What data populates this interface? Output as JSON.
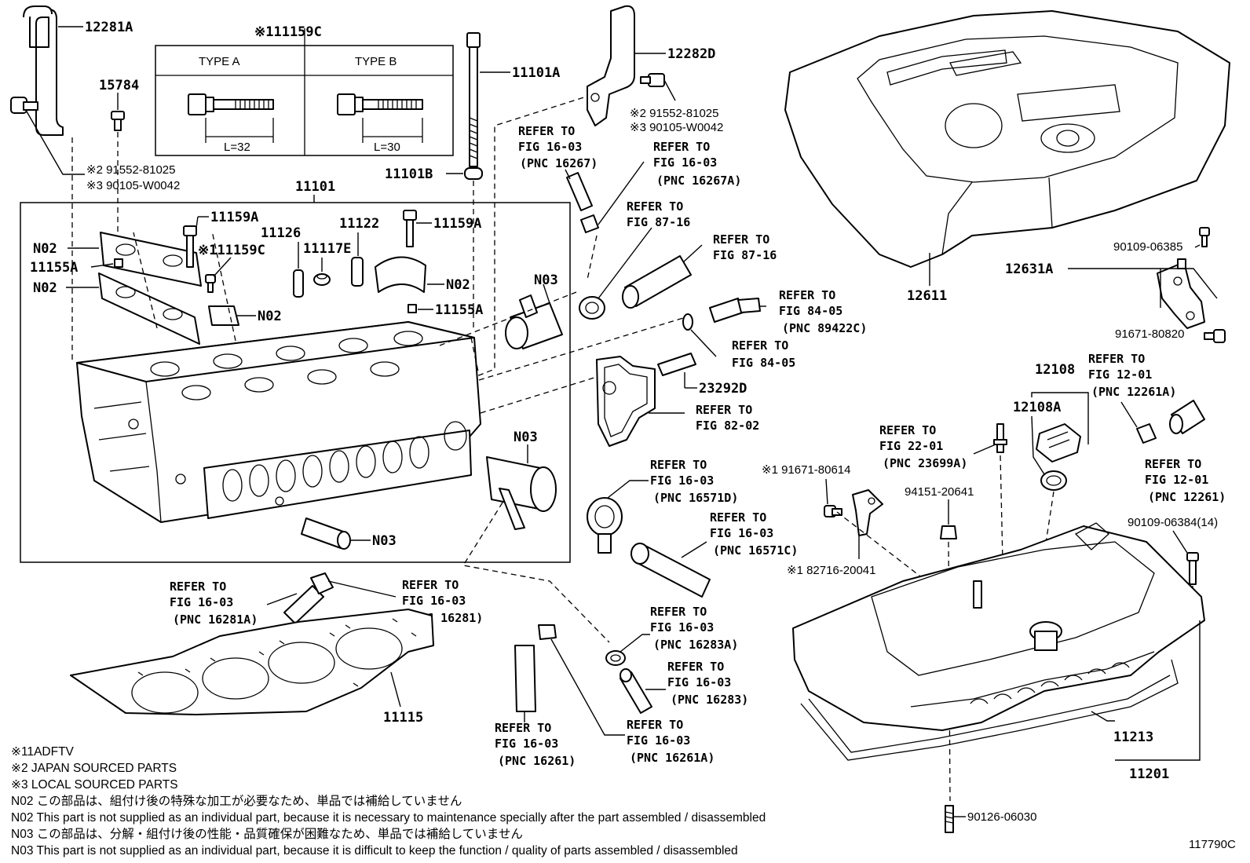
{
  "labels": {
    "p12281A": "12281A",
    "p11159C_top": "※111159C",
    "typeA": "TYPE A",
    "typeB": "TYPE B",
    "lenA": "L=32",
    "lenB": "L=30",
    "p15784": "15784",
    "p11101A": "11101A",
    "p12282D": "12282D",
    "p91552_right": "※2 91552-81025",
    "p90105_right": "※3 90105-W0042",
    "p91552_left": "※2 91552-81025",
    "p90105_left": "※3 90105-W0042",
    "p11101": "11101",
    "p11101B": "11101B",
    "p11159A_1": "11159A",
    "p11159A_2": "11159A",
    "p11122": "11122",
    "p11126": "11126",
    "p11117E": "11117E",
    "p11159C_mid": "※111159C",
    "N02_a": "N02",
    "N02_b": "N02",
    "N02_c": "N02",
    "N02_d": "N02",
    "p11155A_1": "11155A",
    "p11155A_2": "11155A",
    "N03_a": "N03",
    "N03_b": "N03",
    "N03_c": "N03",
    "p23292D": "23292D",
    "p12611": "12611",
    "p12631A": "12631A",
    "p90109_06385": "90109-06385",
    "p91671_80820": "91671-80820",
    "p12108": "12108",
    "p12108A": "12108A",
    "p91671_80614": "※1 91671-80614",
    "p94151": "94151-20641",
    "p82716": "※1 82716-20041",
    "p90109_06384": "90109-06384(14)",
    "p11213": "11213",
    "p11201": "11201",
    "p11115": "11115",
    "p90126": "90126-06030",
    "fig_code": "117790C"
  },
  "refs": {
    "r1": [
      "REFER TO",
      "FIG 16-03",
      "(PNC 16267)"
    ],
    "r2": [
      "REFER TO",
      "FIG 16-03",
      "(PNC 16267A)"
    ],
    "r3": [
      "REFER TO",
      "FIG 87-16"
    ],
    "r4": [
      "REFER TO",
      "FIG 87-16"
    ],
    "r5": [
      "REFER TO",
      "FIG 84-05",
      "(PNC 89422C)"
    ],
    "r6": [
      "REFER TO",
      "FIG 84-05"
    ],
    "r7": [
      "REFER TO",
      "FIG 82-02"
    ],
    "r8": [
      "REFER TO",
      "FIG 16-03",
      "(PNC 16571D)"
    ],
    "r9": [
      "REFER TO",
      "FIG 16-03",
      "(PNC 16571C)"
    ],
    "r10": [
      "REFER TO",
      "FIG 16-03",
      "(PNC 16283A)"
    ],
    "r11": [
      "REFER TO",
      "FIG 16-03",
      "(PNC 16283)"
    ],
    "r12": [
      "REFER TO",
      "FIG 16-03",
      "(PNC 16281A)"
    ],
    "r13": [
      "REFER TO",
      "FIG 16-03",
      "(PNC 16281)"
    ],
    "r14": [
      "REFER TO",
      "FIG 16-03",
      "(PNC 16261)"
    ],
    "r15": [
      "REFER TO",
      "FIG 16-03",
      "(PNC 16261A)"
    ],
    "r16": [
      "REFER TO",
      "FIG 22-01",
      "(PNC 23699A)"
    ],
    "r17": [
      "REFER TO",
      "FIG 12-01",
      "(PNC 12261A)"
    ],
    "r18": [
      "REFER TO",
      "FIG 12-01",
      "(PNC 12261)"
    ]
  },
  "notes": [
    "※11ADFTV",
    "※2 JAPAN SOURCED PARTS",
    "※3 LOCAL SOURCED PARTS",
    "N02  この部品は、組付け後の特殊な加工が必要なため、単品では補給していません",
    "N02  This part is not supplied as an individual part, because it is necessary to maintenance specially after the part assembled / disassembled",
    "N03  この部品は、分解・組付け後の性能・品質確保が困難なため、単品では補給していません",
    "N03  This part is not supplied as an individual part, because it is difficult to keep the function / quality of parts  assembled / disassembled"
  ]
}
